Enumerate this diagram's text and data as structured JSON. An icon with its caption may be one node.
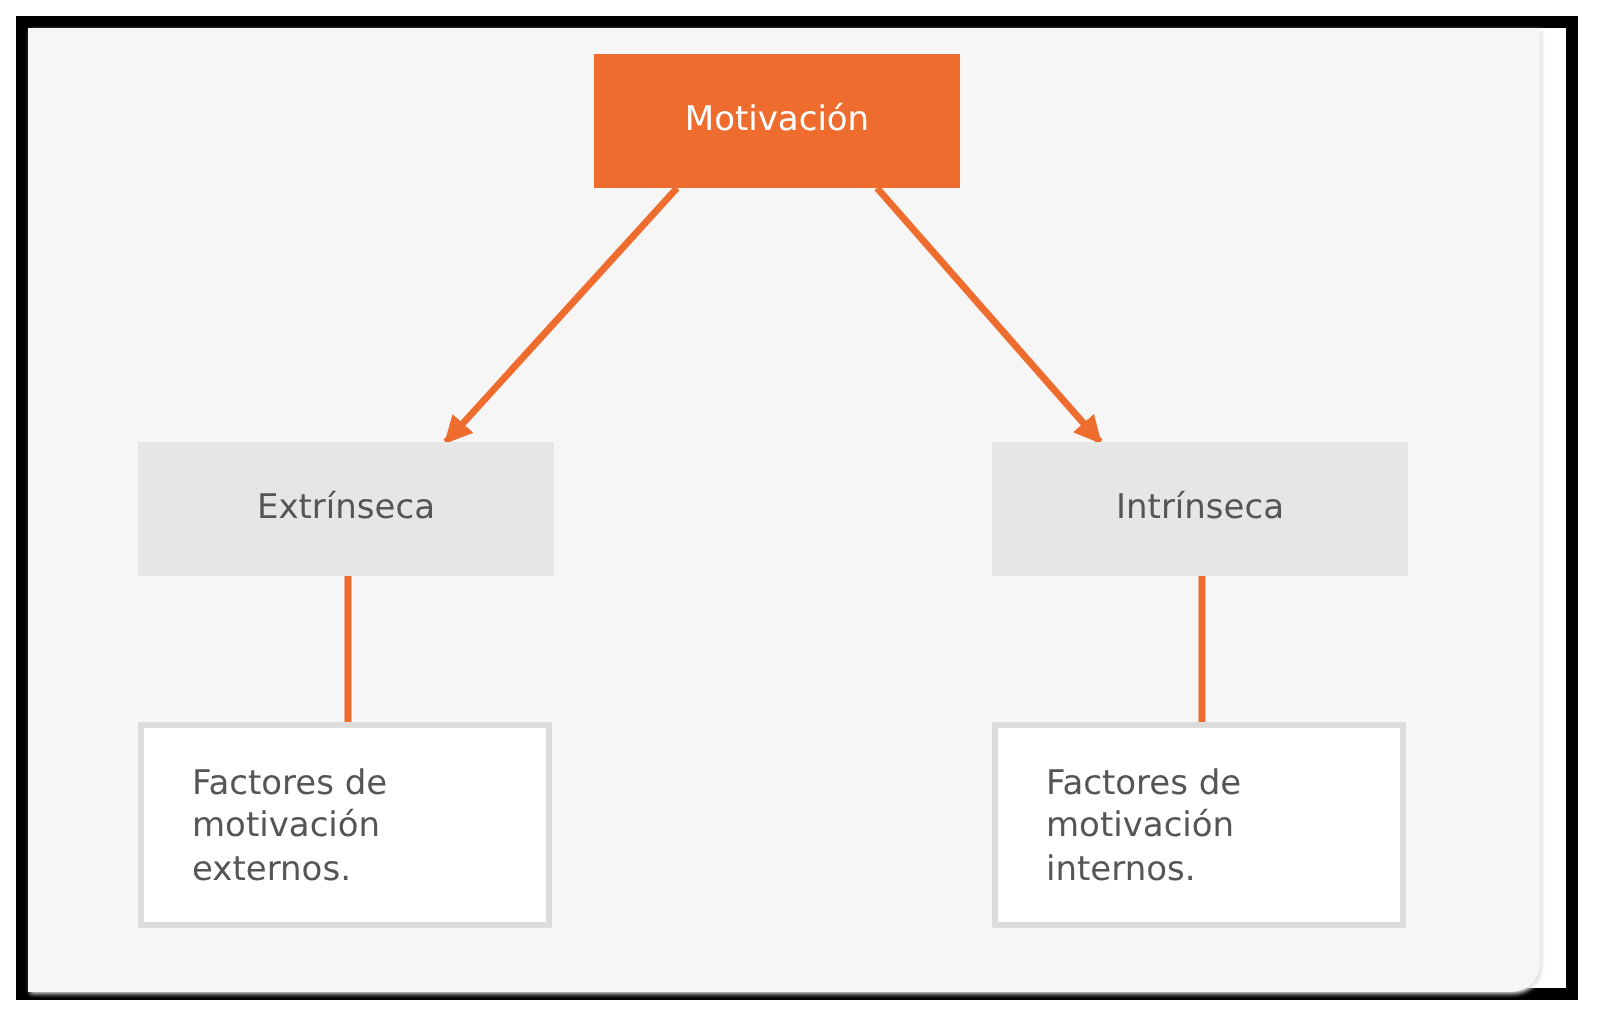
{
  "diagram": {
    "nodes": [
      {
        "text": [
          "Motivación"
        ]
      },
      {
        "text": [
          "Extrínseca"
        ]
      },
      {
        "text": [
          "Intrínseca"
        ]
      },
      {
        "text": [
          "Factores de motivación externos."
        ]
      },
      {
        "text": [
          "Factores de motivación internos."
        ]
      }
    ],
    "edges": [
      {
        "from": 0,
        "to": 1,
        "arrow": "to"
      },
      {
        "from": 0,
        "to": 2,
        "arrow": "to"
      },
      {
        "from": 1,
        "to": 3,
        "arrow": "none"
      },
      {
        "from": 2,
        "to": 4,
        "arrow": "none"
      }
    ]
  }
}
